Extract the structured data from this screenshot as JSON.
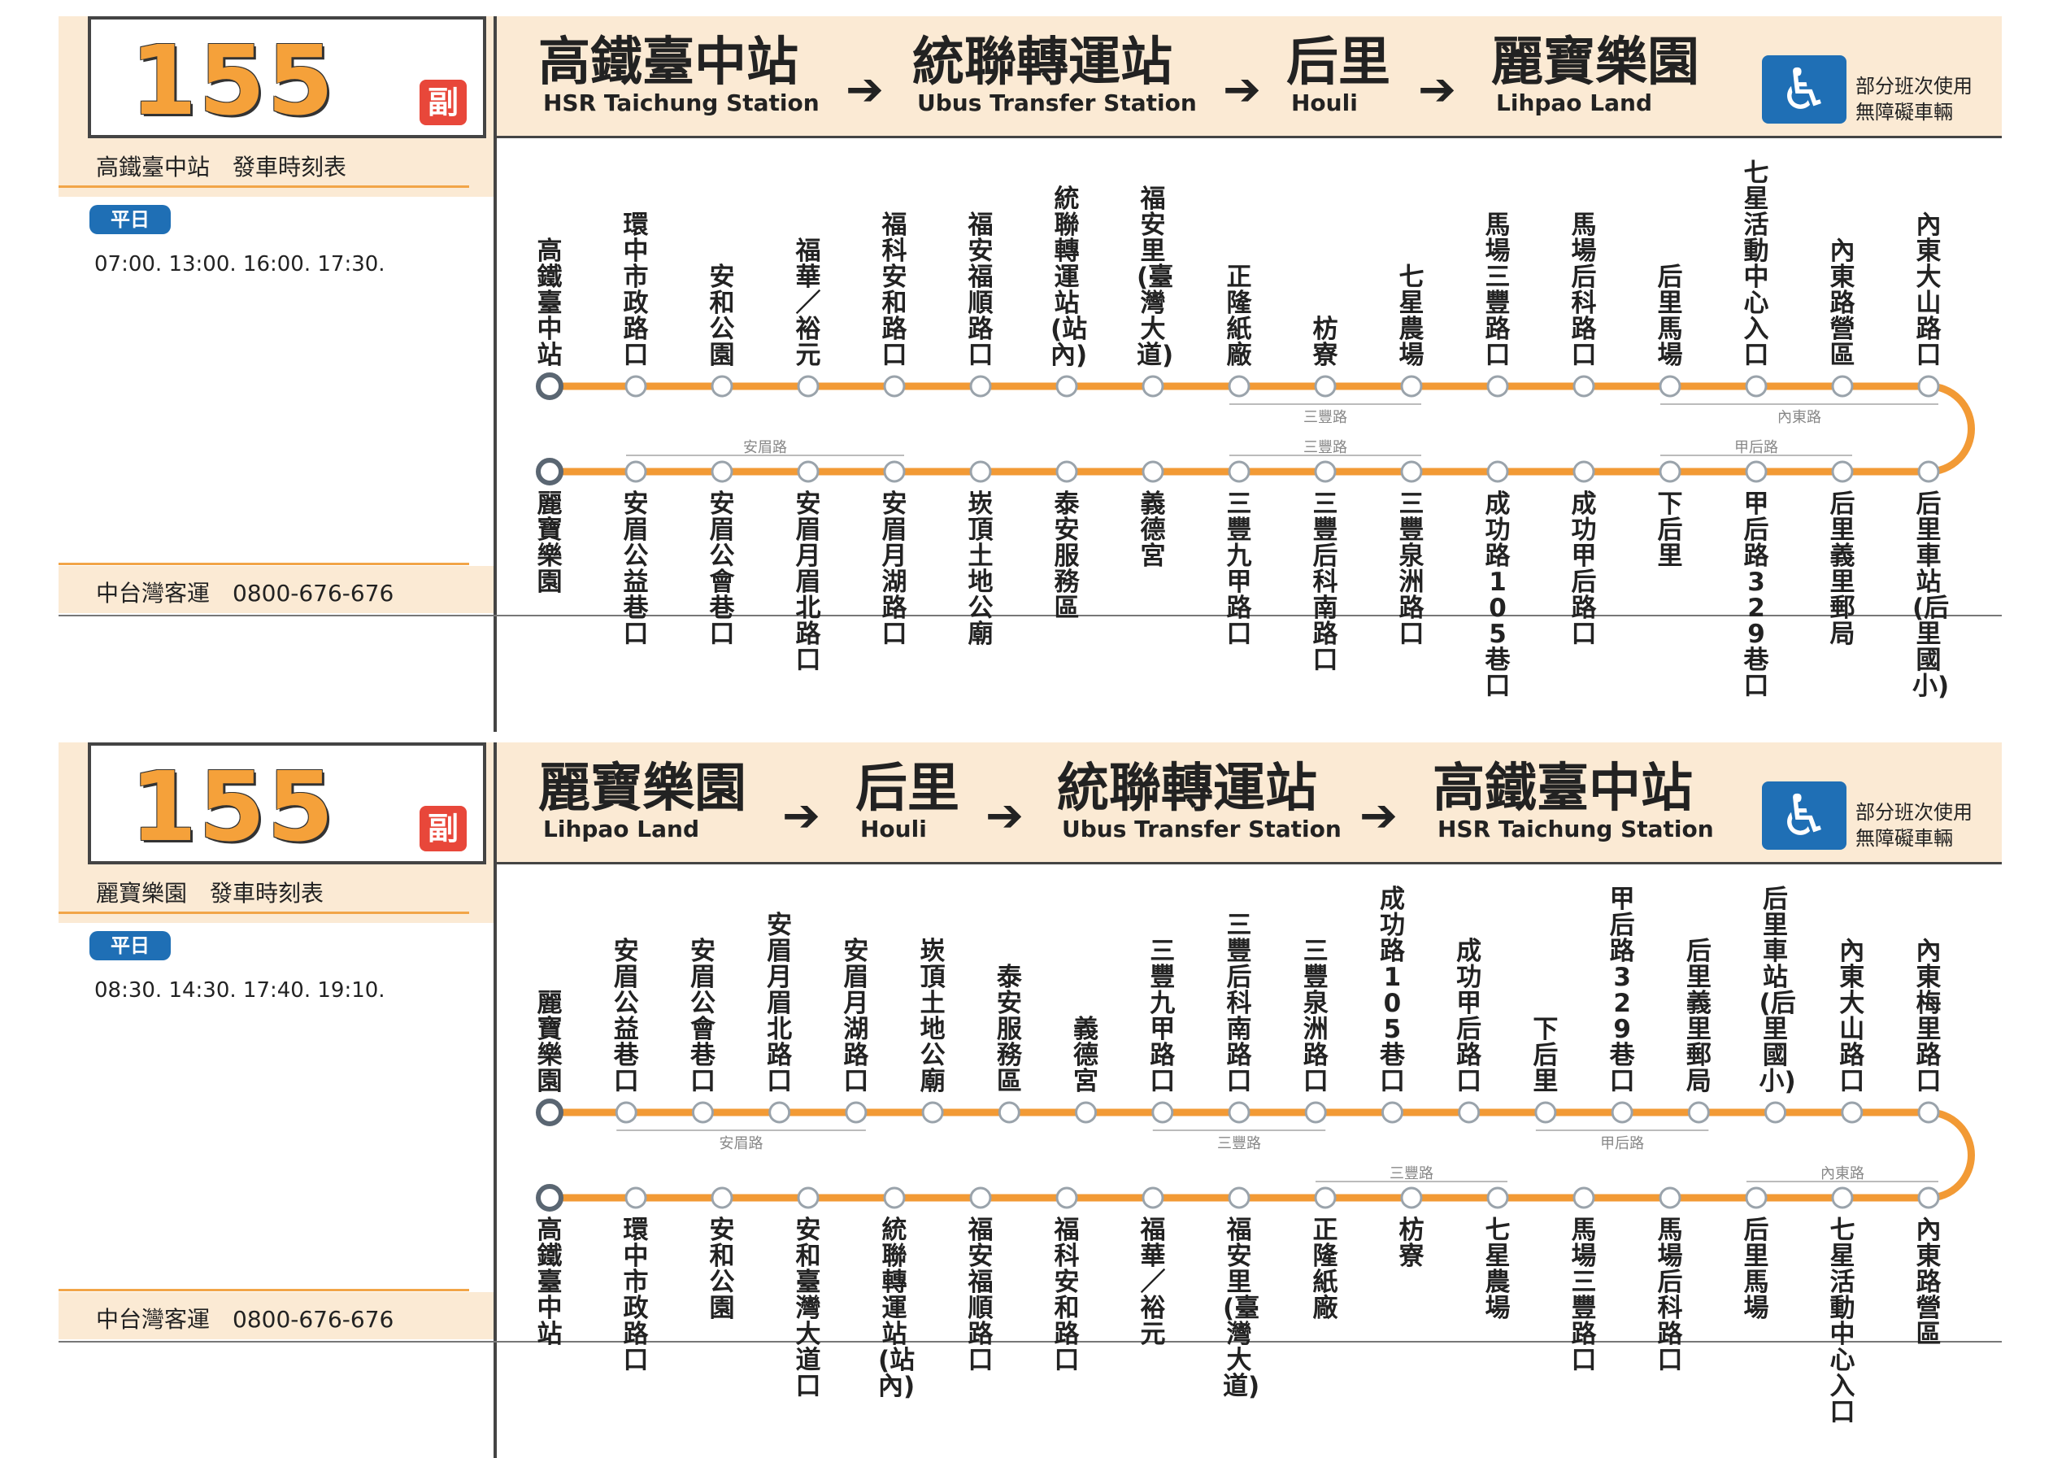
{
  "panels": [
    {
      "route_number": "155",
      "route_tag": "副",
      "timetable_title": "高鐵臺中站　發車時刻表",
      "day_badge": "平日",
      "times": "07:00. 13:00. 16:00. 17:30.",
      "company": "中台灣客運　0800-676-676",
      "destinations": [
        {
          "zh": "高鐵臺中站",
          "en": "HSR Taichung Station"
        },
        {
          "zh": "統聯轉運站",
          "en": "Ubus Transfer Station"
        },
        {
          "zh": "后里",
          "en": "Houli"
        },
        {
          "zh": "麗寶樂園",
          "en": "Lihpao Land"
        }
      ],
      "accessibility_note": [
        "部分班次使用",
        "無障礙車輛"
      ],
      "top_stops": [
        "高鐵臺中站",
        "環中市政路口",
        "安和公園",
        "福華／裕元",
        "福科安和路口",
        "福安福順路口",
        "統聯轉運站(站內)",
        "福安里(臺灣大道)",
        "正隆紙廠",
        "枋寮",
        "七星農場",
        "馬場三豐路口",
        "馬場后科路口",
        "后里馬場",
        "七星活動中心入口",
        "內東路營區",
        "內東大山路口"
      ],
      "bottom_stops": [
        "麗寶樂園",
        "安眉公益巷口",
        "安眉公會巷口",
        "安眉月眉北路口",
        "安眉月湖路口",
        "崁頂土地公廟",
        "泰安服務區",
        "義德宮",
        "三豐九甲路口",
        "三豐后科南路口",
        "三豐泉洲路口",
        "成功路105巷口",
        "成功甲后路口",
        "下后里",
        "甲后路329巷口",
        "后里義里郵局",
        "后里車站(后里國小)"
      ],
      "top_roads": [
        {
          "name": "三豐路",
          "from": 8,
          "to": 10
        },
        {
          "name": "內東路",
          "from": 13,
          "to": 16
        }
      ],
      "bottom_roads": [
        {
          "name": "安眉路",
          "from": 1,
          "to": 4
        },
        {
          "name": "三豐路",
          "from": 8,
          "to": 10
        },
        {
          "name": "甲后路",
          "from": 13,
          "to": 15
        }
      ]
    },
    {
      "route_number": "155",
      "route_tag": "副",
      "timetable_title": "麗寶樂園　發車時刻表",
      "day_badge": "平日",
      "times": "08:30. 14:30. 17:40. 19:10.",
      "company": "中台灣客運　0800-676-676",
      "destinations": [
        {
          "zh": "麗寶樂園",
          "en": "Lihpao Land"
        },
        {
          "zh": "后里",
          "en": "Houli"
        },
        {
          "zh": "統聯轉運站",
          "en": "Ubus Transfer Station"
        },
        {
          "zh": "高鐵臺中站",
          "en": "HSR Taichung Station"
        }
      ],
      "accessibility_note": [
        "部分班次使用",
        "無障礙車輛"
      ],
      "top_stops": [
        "麗寶樂園",
        "安眉公益巷口",
        "安眉公會巷口",
        "安眉月眉北路口",
        "安眉月湖路口",
        "崁頂土地公廟",
        "泰安服務區",
        "義德宮",
        "三豐九甲路口",
        "三豐后科南路口",
        "三豐泉洲路口",
        "成功路105巷口",
        "成功甲后路口",
        "下后里",
        "甲后路329巷口",
        "后里義里郵局",
        "后里車站(后里國小)",
        "內東大山路口",
        "內東梅里路口"
      ],
      "bottom_stops": [
        "高鐵臺中站",
        "環中市政路口",
        "安和公園",
        "安和臺灣大道口",
        "統聯轉運站(站內)",
        "福安福順路口",
        "福科安和路口",
        "福華／裕元",
        "福安里(臺灣大道)",
        "正隆紙廠",
        "枋寮",
        "七星農場",
        "馬場三豐路口",
        "馬場后科路口",
        "后里馬場",
        "七星活動中心入口",
        "內東路營區"
      ],
      "top_roads": [
        {
          "name": "安眉路",
          "from": 1,
          "to": 4
        },
        {
          "name": "三豐路",
          "from": 8,
          "to": 10
        },
        {
          "name": "甲后路",
          "from": 13,
          "to": 15
        }
      ],
      "bottom_roads": [
        {
          "name": "三豐路",
          "from": 9,
          "to": 11
        },
        {
          "name": "內東路",
          "from": 14,
          "to": 16
        }
      ]
    }
  ],
  "colors": {
    "line": "#f29a35",
    "accent": "#f5a13a",
    "badge": "#1f6fb5",
    "tag": "#e8473a",
    "band": "#fbead4"
  },
  "icons": {
    "accessibility": "wheelchair-icon",
    "arrow": "right-arrow-icon"
  }
}
